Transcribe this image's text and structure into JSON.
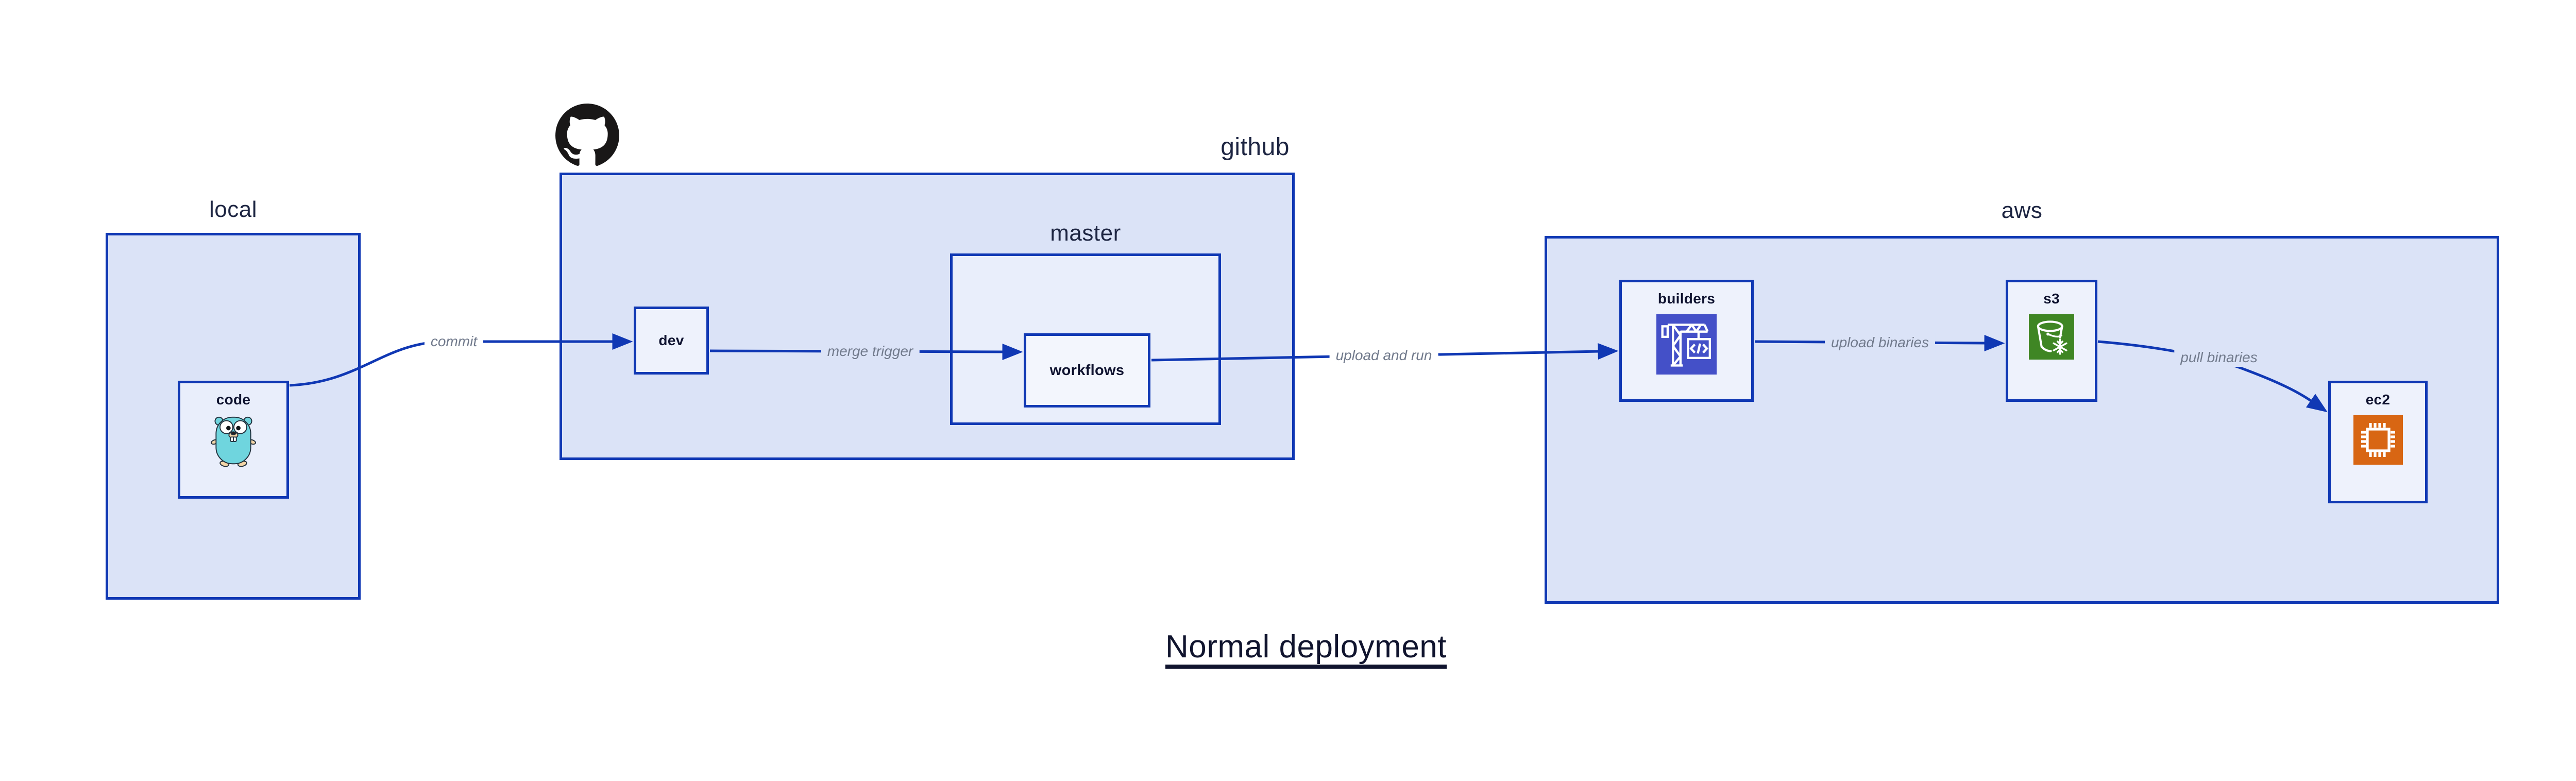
{
  "title": {
    "text": "Normal deployment"
  },
  "groups": {
    "local": {
      "label": "local"
    },
    "github": {
      "label": "github"
    },
    "master": {
      "label": "master"
    },
    "aws": {
      "label": "aws"
    }
  },
  "nodes": {
    "code": {
      "label": "code",
      "icon": "go-gopher-icon"
    },
    "dev": {
      "label": "dev"
    },
    "workflows": {
      "label": "workflows"
    },
    "builders": {
      "label": "builders",
      "icon": "codebuild-crane-icon"
    },
    "s3": {
      "label": "s3",
      "icon": "s3-glacier-bucket-icon"
    },
    "ec2": {
      "label": "ec2",
      "icon": "ec2-chip-icon"
    }
  },
  "edges": {
    "commit": {
      "label": "commit"
    },
    "merge_trigger": {
      "label": "merge trigger"
    },
    "upload_and_run": {
      "label": "upload and run"
    },
    "upload_binaries": {
      "label": "upload binaries"
    },
    "pull_binaries": {
      "label": "pull binaries"
    }
  },
  "colors": {
    "border_and_arrow_blue": "#1038b4",
    "group_fill": "#dbe3f7",
    "subgroup_fill": "#e9eefb",
    "node_fill": "#eef2fc",
    "group_label_navy": "#1d2542",
    "node_label_navy": "#0f1330",
    "edge_label_gray": "#717a8c",
    "title_navy": "#10142e",
    "github_mark_black": "#191717",
    "gopher_teal": "#6fd5de",
    "codebuild_indigo": "#4450c8",
    "s3_green": "#3f8624",
    "ec2_orange": "#d86613"
  }
}
